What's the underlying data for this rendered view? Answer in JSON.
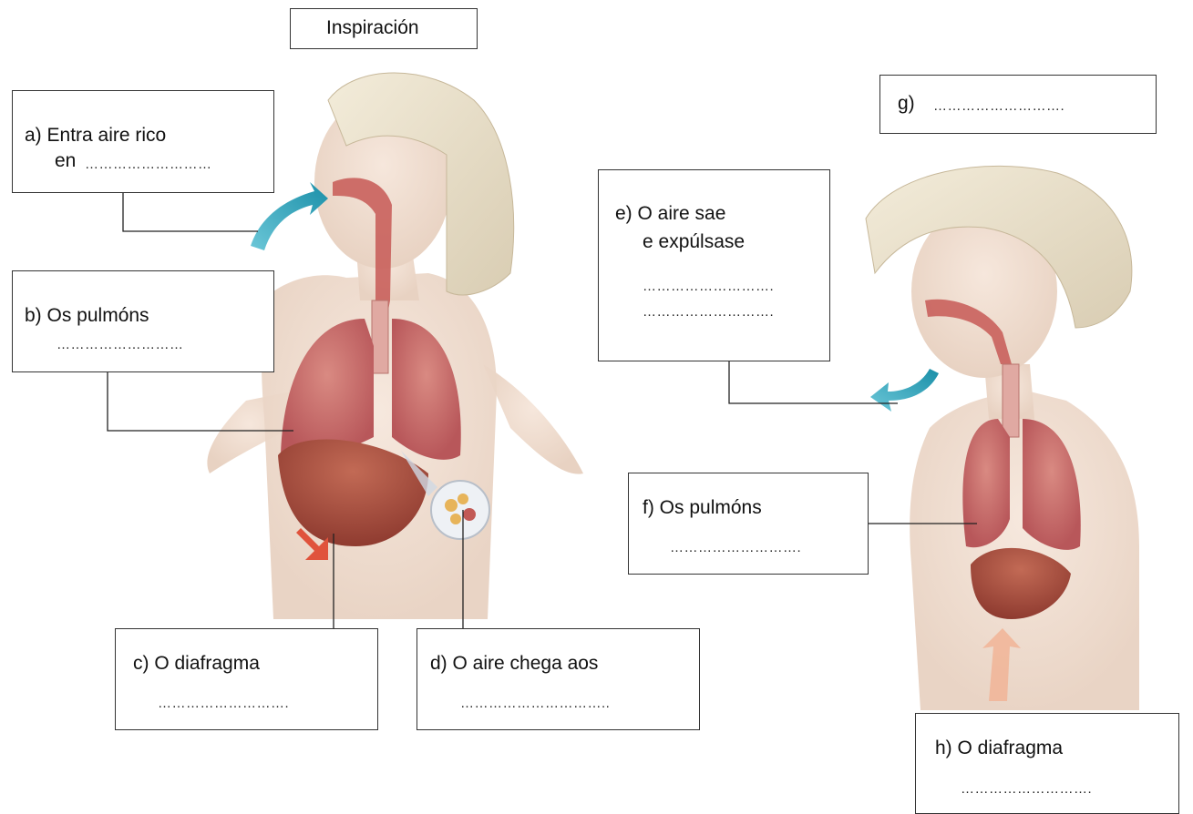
{
  "title": "Inspiración",
  "labels": {
    "a_line1": "a) Entra aire rico",
    "a_line2": "en",
    "b": "b) Os pulmóns",
    "c": "c) O diafragma",
    "d": "d) O aire chega aos",
    "e_line1": "e) O aire sae",
    "e_line2": "e expúlsase",
    "f": "f) Os pulmóns",
    "g": "g)",
    "h": "h) O diafragma"
  },
  "blanks": {
    "a": "………………………",
    "b": "………………………",
    "c": "……………………….",
    "d": "…………………………..",
    "e1": "……………………….",
    "e2": "……………………….",
    "f": "……………………….",
    "g": "……………………….",
    "h": "………………………."
  }
}
